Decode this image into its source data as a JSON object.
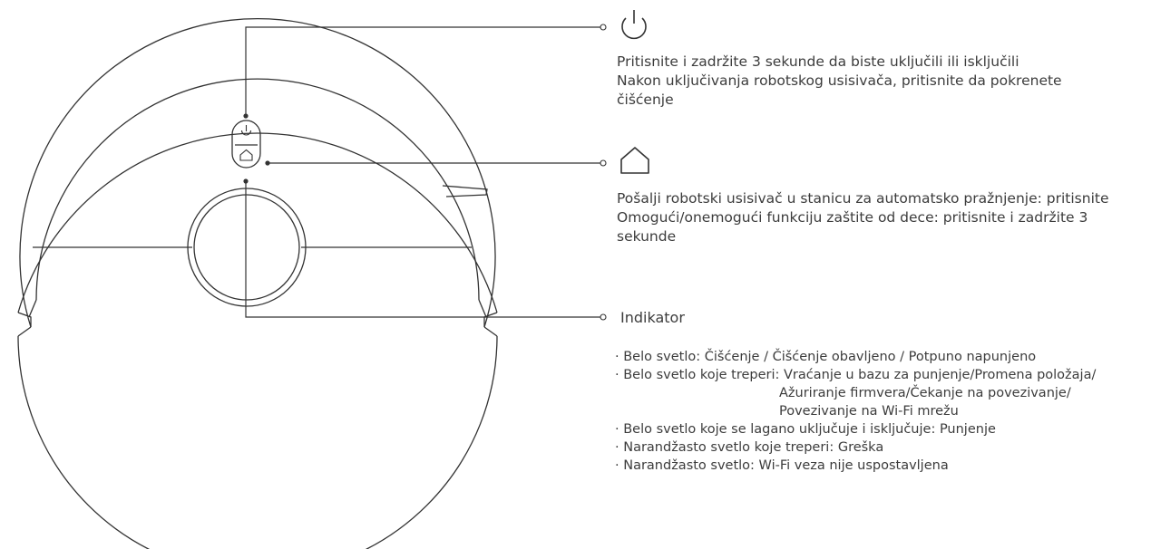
{
  "power": {
    "icon": "power-icon",
    "line1": "Pritisnite i zadržite 3 sekunde da biste uključili ili isključili",
    "line2": "Nakon uključivanja robotskog usisivača, pritisnite da pokrenete",
    "line3": "čišćenje"
  },
  "home": {
    "icon": "home-icon",
    "line1": "Pošalji robotski usisivač u stanicu za automatsko pražnjenje: pritisnite",
    "line2": "Omogući/onemogući funkciju zaštite od dece: pritisnite i zadržite 3",
    "line3": "sekunde"
  },
  "indicator": {
    "title": "Indikator",
    "items": [
      "· Belo svetlo: Čišćenje / Čišćenje obavljeno / Potpuno napunjeno",
      "· Belo svetlo koje treperi: Vraćanje u bazu za punjenje/Promena položaja/",
      "Ažuriranje firmvera/Čekanje na povezivanje/",
      "Povezivanje na Wi-Fi mrežu",
      "· Belo svetlo koje se lagano uključuje i isključuje: Punjenje",
      "· Narandžasto svetlo koje treperi: Greška",
      "· Narandžasto svetlo: Wi-Fi veza nije uspostavljena"
    ]
  }
}
